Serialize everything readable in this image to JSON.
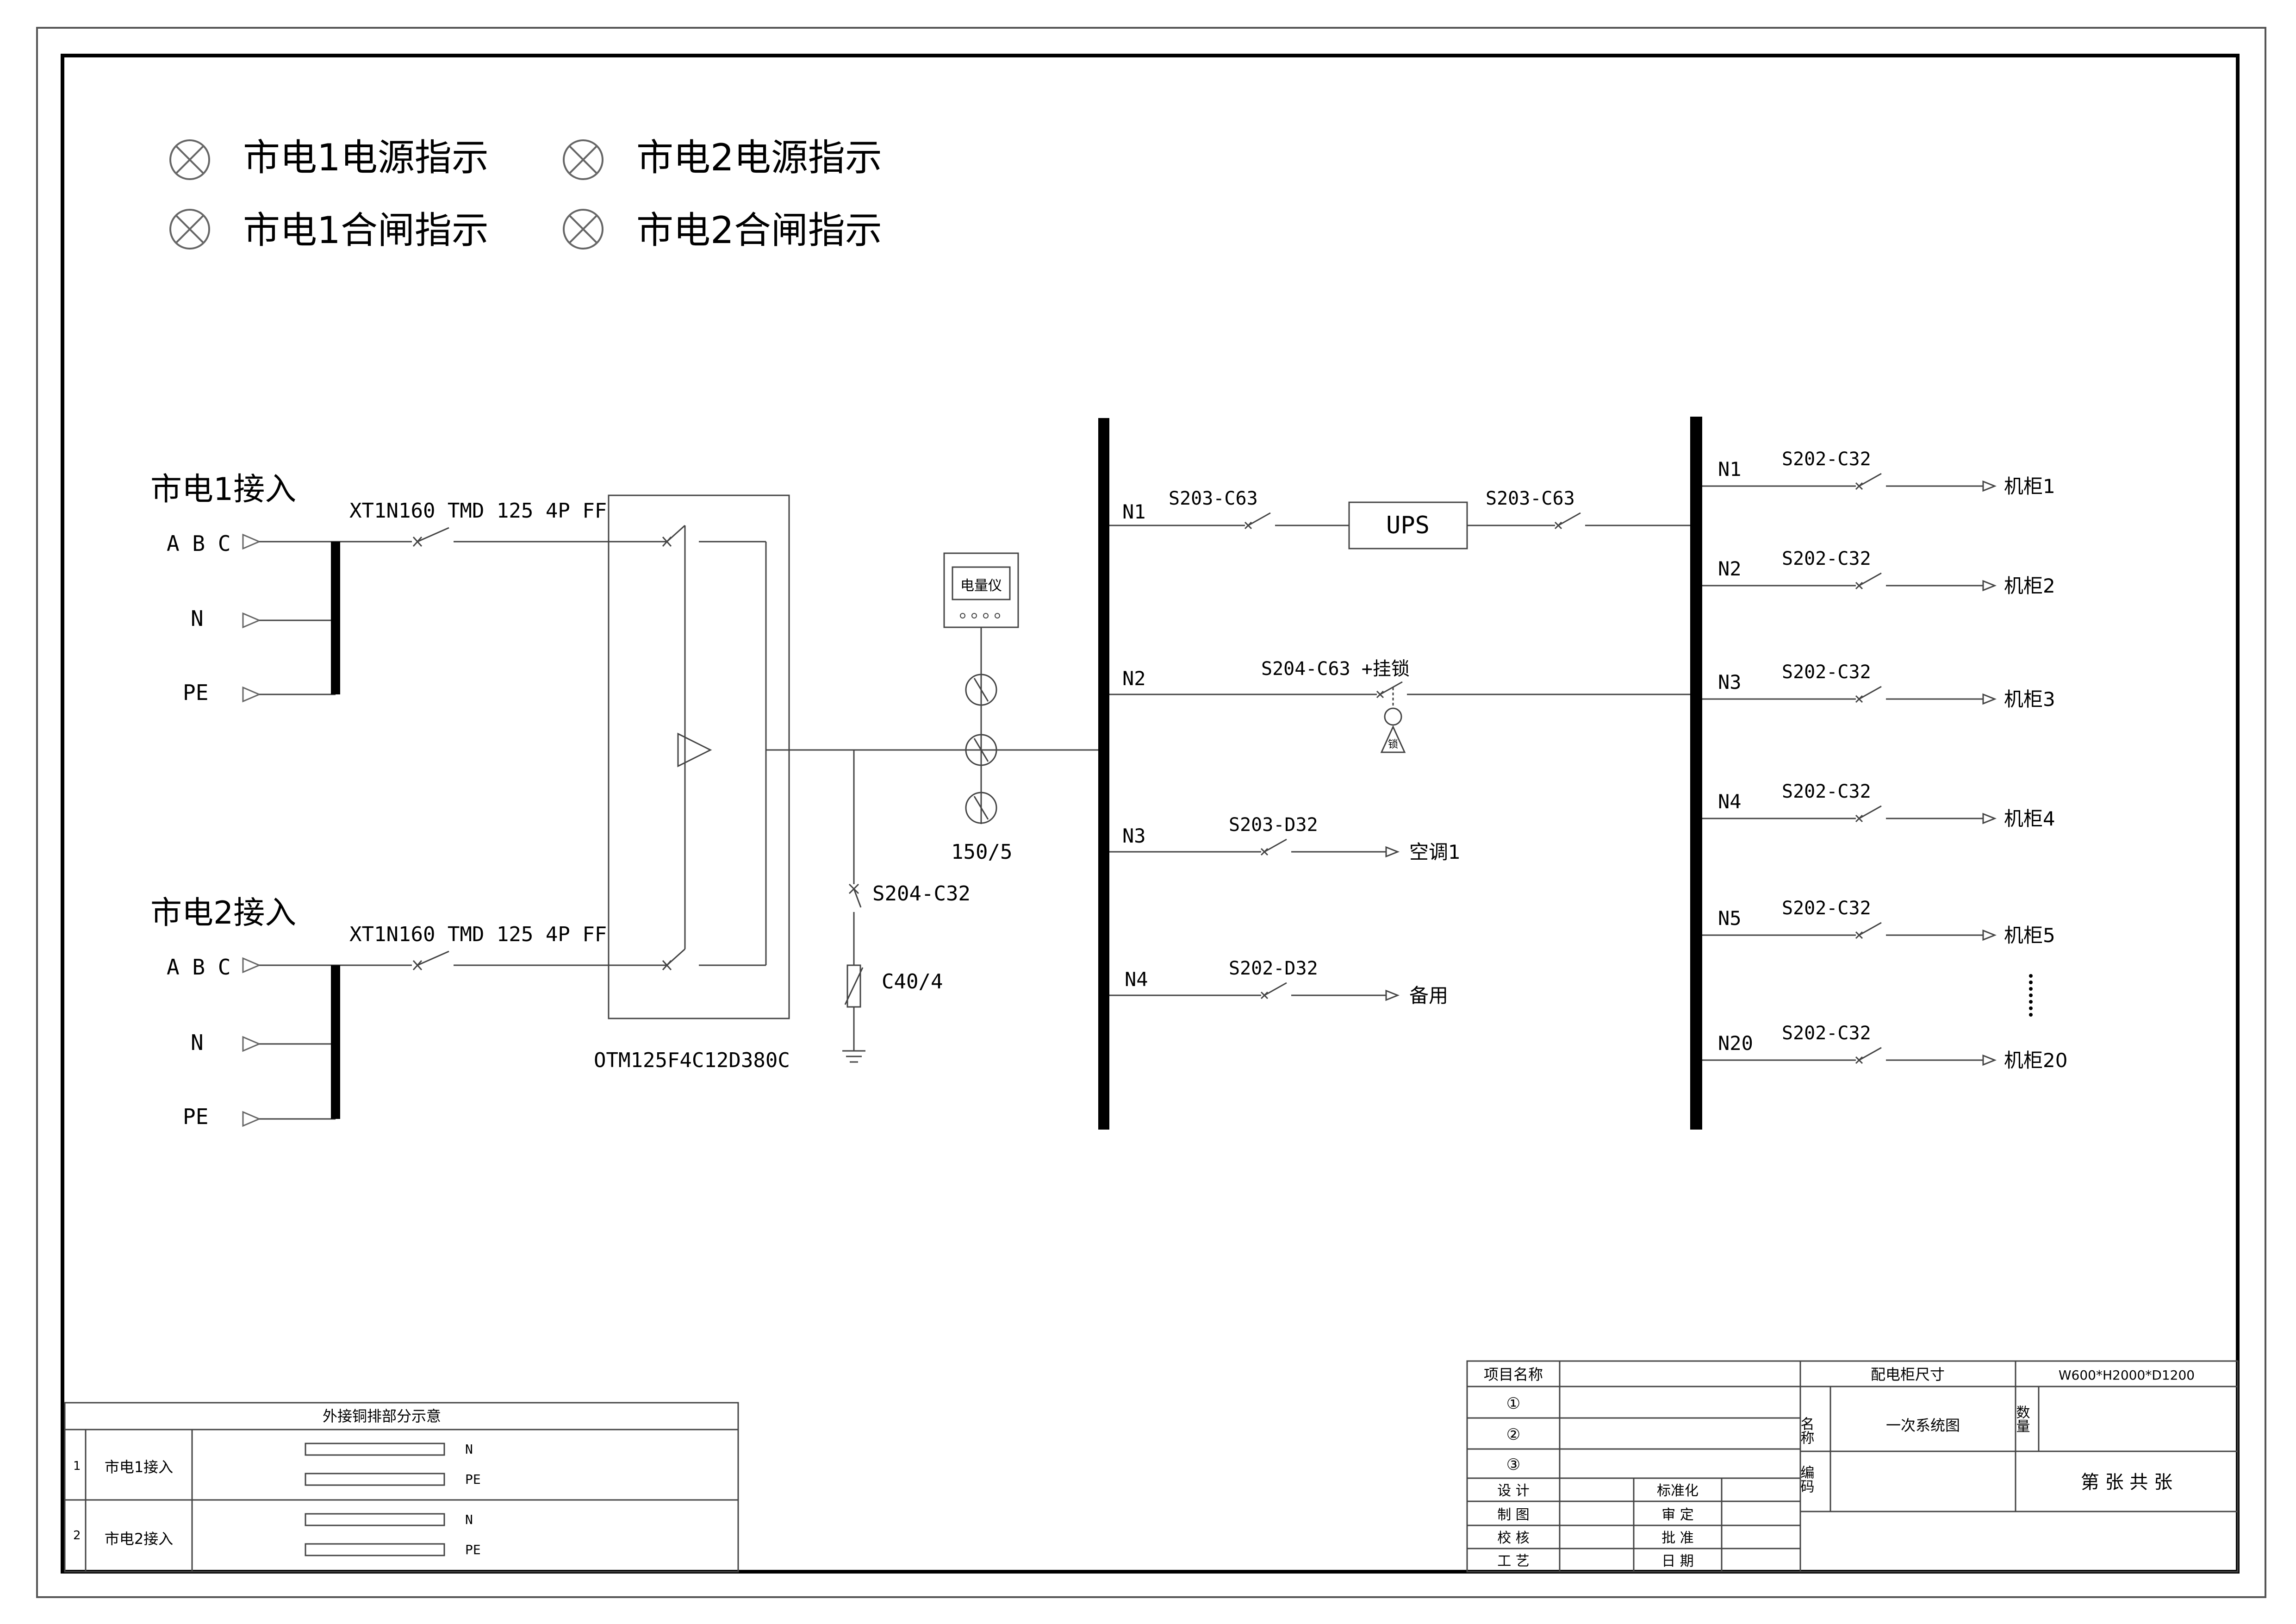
{
  "indicators": [
    "市电1电源指示",
    "市电2电源指示",
    "市电1合闸指示",
    "市电2合闸指示"
  ],
  "inputs": {
    "input1": "市电1接入",
    "input2": "市电2接入",
    "abc": "A B C",
    "n": "N",
    "pe": "PE"
  },
  "main": {
    "breaker1": "XT1N160 TMD 125 4P FF",
    "breaker2": "XT1N160 TMD 125 4P FF",
    "ats": "OTM125F4C12D380C",
    "meter": "电量仪",
    "ct": "150/5",
    "spd_breaker": "S204-C32",
    "spd": "C40/4"
  },
  "bus1_circuits": [
    {
      "id": "N1",
      "breaker": "S203-C63"
    },
    {
      "id": "N2",
      "breaker": "S204-C63 +挂锁"
    },
    {
      "id": "N3",
      "breaker": "S203-D32",
      "load": "空调1"
    },
    {
      "id": "N4",
      "breaker": "S202-D32",
      "load": "备用"
    }
  ],
  "ups": {
    "label": "UPS",
    "out_breaker": "S203-C63"
  },
  "lock_label": "锁",
  "bus2_circuits": [
    {
      "id": "N1",
      "breaker": "S202-C32",
      "load": "机柜1"
    },
    {
      "id": "N2",
      "breaker": "S202-C32",
      "load": "机柜2"
    },
    {
      "id": "N3",
      "breaker": "S202-C32",
      "load": "机柜3"
    },
    {
      "id": "N4",
      "breaker": "S202-C32",
      "load": "机柜4"
    },
    {
      "id": "N5",
      "breaker": "S202-C32",
      "load": "机柜5"
    },
    {
      "id": "N20",
      "breaker": "S202-C32",
      "load": "机柜20"
    }
  ],
  "copper_table": {
    "title": "外接铜排部分示意",
    "rows": [
      {
        "num": "1",
        "label": "市电1接入",
        "bars": [
          "N",
          "PE"
        ]
      },
      {
        "num": "2",
        "label": "市电2接入",
        "bars": [
          "N",
          "PE"
        ]
      }
    ]
  },
  "title_block": {
    "project_label": "项目名称",
    "circle1": "①",
    "circle2": "②",
    "circle3": "③",
    "design": "设  计",
    "draw": "制  图",
    "check": "校  核",
    "craft": "工  艺",
    "standard": "标准化",
    "review": "审  定",
    "approve": "批  准",
    "date": "日  期",
    "size_label": "配电柜尺寸",
    "size_value": "W600*H2000*D1200",
    "name_label": "名称",
    "name_value": "一次系统图",
    "qty_label": "数量",
    "code_label": "编码",
    "sheet": "第    张 共    张"
  }
}
